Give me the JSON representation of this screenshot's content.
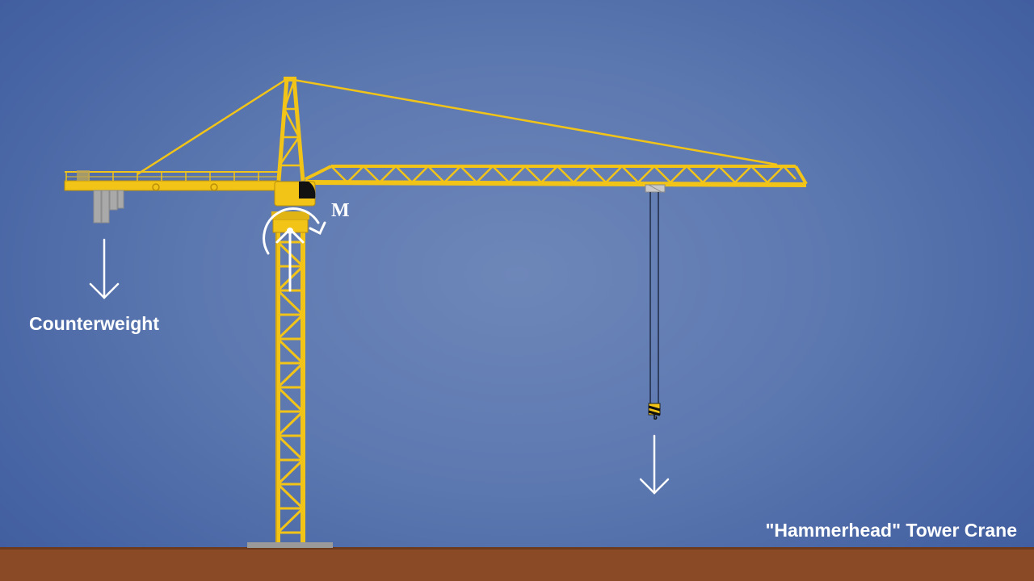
{
  "labels": {
    "counterweight": "Counterweight",
    "moment": "M",
    "title": "\"Hammerhead\" Tower Crane"
  },
  "colors": {
    "crane": "#f2c418",
    "crane_edge": "#b98f08",
    "ground": "#8a4a26",
    "arrow": "#ffffff",
    "counterweight": "#a9a9a9"
  }
}
